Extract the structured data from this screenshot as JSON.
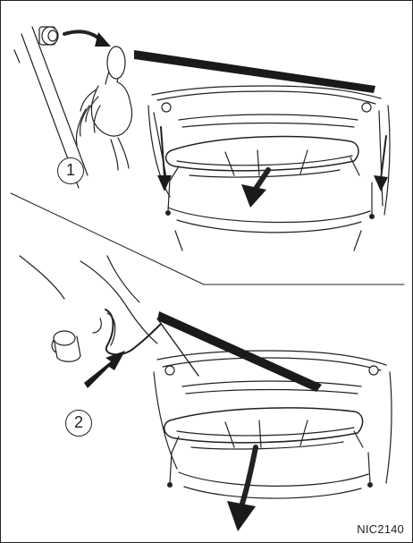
{
  "steps": [
    {
      "label": "1"
    },
    {
      "label": "2"
    }
  ],
  "figure_code": "NIC2140",
  "colors": {
    "line": "#222222",
    "fill": "#1a1a1a",
    "background": "#ffffff"
  },
  "icons": {
    "hook_knob": "hook-knob-icon",
    "retaining_string": "string-icon",
    "direction_arrow": "arrow-icon"
  }
}
